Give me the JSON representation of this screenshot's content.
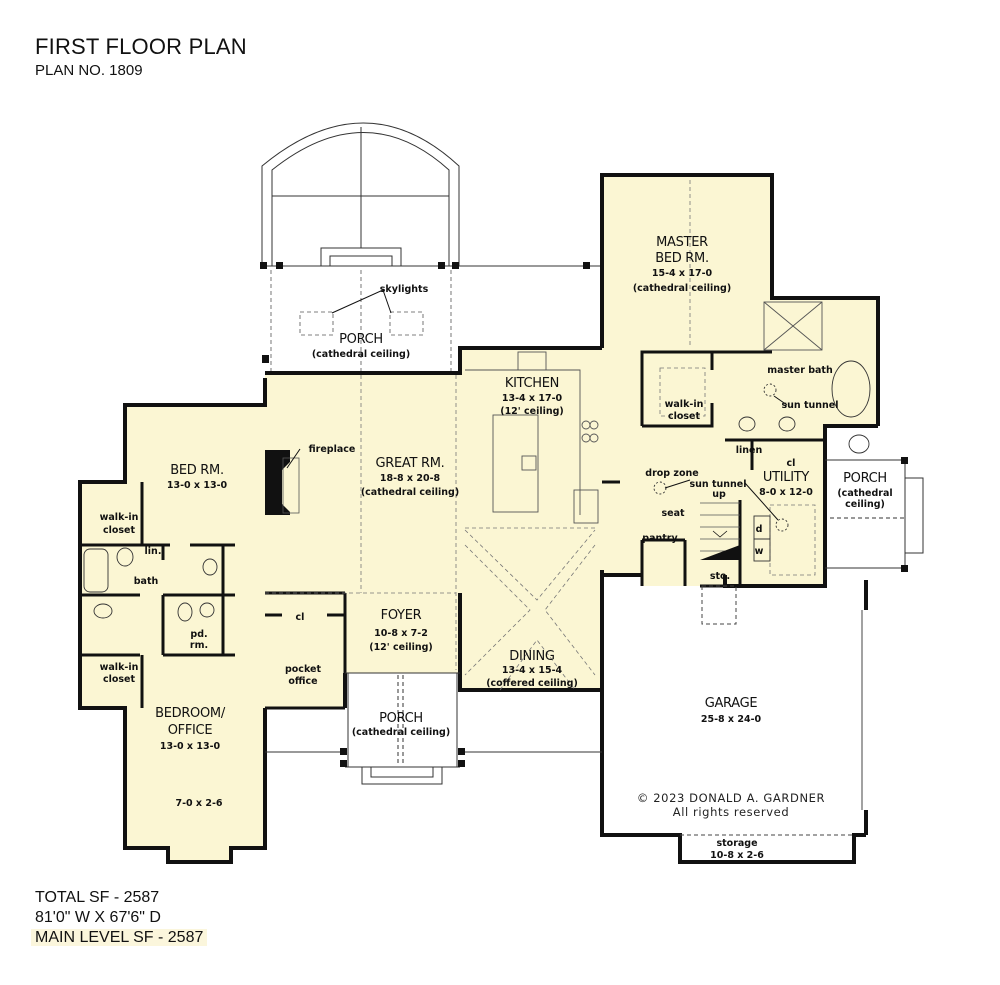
{
  "header": {
    "title": "FIRST FLOOR PLAN",
    "plan_number": "PLAN NO. 1809"
  },
  "stats": {
    "total_sf": "TOTAL SF - 2587",
    "dimensions": "81'0\" W X 67'6\" D",
    "main_level_sf": "MAIN LEVEL SF - 2587"
  },
  "colors": {
    "room_fill": "#fbf6d3",
    "wall": "#111111",
    "background": "#ffffff",
    "highlight": "#fbf6dc"
  },
  "rooms": {
    "rear_porch": {
      "name": "PORCH",
      "note": "(cathedral ceiling)",
      "callout": "skylights"
    },
    "master_bed": {
      "name_line1": "MASTER",
      "name_line2": "BED RM.",
      "size": "15-4 x 17-0",
      "note": "(cathedral ceiling)"
    },
    "master_bath": {
      "name": "master bath",
      "callout": "sun tunnel"
    },
    "master_closet": {
      "line1": "walk-in",
      "line2": "closet"
    },
    "linen": {
      "name": "linen"
    },
    "utility_closet": {
      "name": "cl"
    },
    "kitchen": {
      "name": "KITCHEN",
      "size": "13-4 x 17-0",
      "note": "(12' ceiling)"
    },
    "great_room": {
      "name": "GREAT RM.",
      "size": "18-8 x 20-8",
      "note": "(cathedral ceiling)",
      "callout": "fireplace"
    },
    "bed_rm": {
      "name": "BED RM.",
      "size": "13-0 x 13-0"
    },
    "bed_closet": {
      "line1": "walk-in",
      "line2": "closet"
    },
    "bath": {
      "name": "bath"
    },
    "lin": {
      "name": "lin."
    },
    "powder": {
      "line1": "pd.",
      "line2": "rm."
    },
    "office_closet": {
      "line1": "walk-in",
      "line2": "closet"
    },
    "bedroom_office": {
      "line1": "BEDROOM/",
      "line2": "OFFICE",
      "size": "13-0 x 13-0",
      "bay": "7-0 x 2-6"
    },
    "pocket_office": {
      "line1": "pocket",
      "line2": "office",
      "closet": "cl"
    },
    "foyer": {
      "name": "FOYER",
      "size": "10-8 x 7-2",
      "note": "(12' ceiling)"
    },
    "front_porch": {
      "name": "PORCH",
      "note": "(cathedral ceiling)"
    },
    "dining": {
      "name": "DINING",
      "size": "13-4 x 15-4",
      "note": "(coffered ceiling)"
    },
    "drop_zone": {
      "name": "drop zone",
      "callout": "sun tunnel",
      "stairs": "up",
      "seat": "seat"
    },
    "pantry": {
      "name": "pantry"
    },
    "utility": {
      "name": "UTILITY",
      "size": "8-0 x 12-0",
      "dryer": "d",
      "washer": "w"
    },
    "side_porch": {
      "name": "PORCH",
      "line2": "(cathedral",
      "line3": "ceiling)"
    },
    "storage_small": {
      "name": "sto."
    },
    "garage": {
      "name": "GARAGE",
      "size": "25-8 x 24-0"
    },
    "storage": {
      "name": "storage",
      "size": "10-8 x 2-6"
    }
  },
  "copyright": {
    "line1": "© 2023 DONALD A. GARDNER",
    "line2": "All rights reserved"
  }
}
